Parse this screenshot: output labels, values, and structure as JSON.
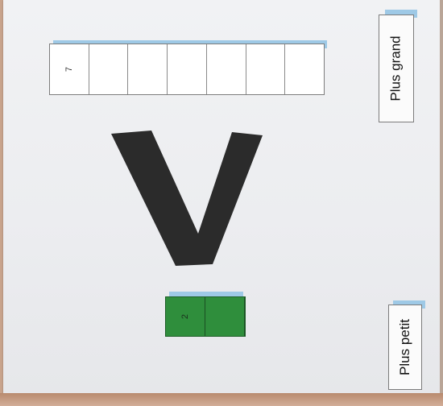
{
  "top_strip": {
    "cells": [
      "7",
      "",
      "",
      "",
      "",
      "",
      ""
    ]
  },
  "bottom_card": {
    "cells": [
      "2",
      ""
    ],
    "color": "#2f8e3c"
  },
  "symbol": {
    "icon": "comparison-v-sign-icon",
    "color": "#2b2b2b"
  },
  "labels": {
    "greater": "Plus grand",
    "smaller": "Plus petit"
  }
}
